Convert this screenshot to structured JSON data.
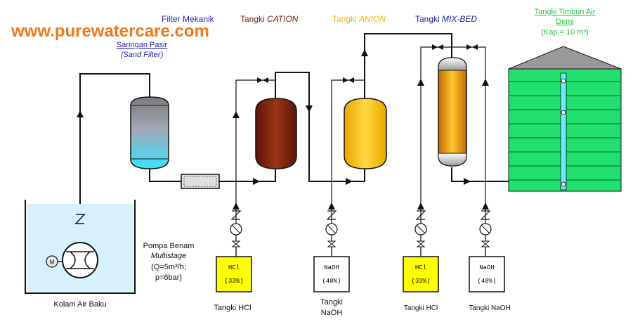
{
  "watermark": "www.purewatercare.com",
  "colors": {
    "watermark": "#f07818",
    "title_blue": "#2424b4",
    "title_cation": "#7a1a12",
    "title_anion": "#f2b400",
    "title_tank": "#22c83c",
    "pipe": "#111111",
    "sand_top": "#8a8a8a",
    "sand_bottom": "#40e0ff",
    "cation_fill": "#8b2a10",
    "anion_fill": "#f7c520",
    "mixbed_fill": "#e09a10",
    "tank_fill": "#22e070",
    "tank_roof": "#9a9a9a",
    "pool_fill": "#d6f1fb",
    "chem_yellow": "#ffff00",
    "chem_white": "#ffffff"
  },
  "titles": {
    "filter_mekanik": "Filter Mekanik",
    "tangki_prefix": "Tangki",
    "cation_name": "CATION",
    "anion_name": "ANION",
    "mixbed_name": "MIX-BED",
    "storage_line1": "Tangki Timbun Air",
    "storage_line2": "Demi",
    "storage_line3": "(Kap.= 10 m³)",
    "sand_line1": "Saringan Pasir",
    "sand_line2": "(Sand Filter)"
  },
  "pump": {
    "line1": "Pompa Benam",
    "line2": "Multistage",
    "line3": "(Q=5m³/h;",
    "line4": "p=6bar)",
    "motor": "M"
  },
  "pool_label": "Kolam Air Baku",
  "chem_tanks": [
    {
      "chem": "HCl",
      "conc": "(33%)",
      "label_line1": "Tangki HCl",
      "label_line2": ""
    },
    {
      "chem": "NaOH",
      "conc": "(40%)",
      "label_line1": "Tangki",
      "label_line2": "NaOH"
    },
    {
      "chem": "HCl",
      "conc": "(33%)",
      "label_line1": "Tangki HCl",
      "label_line2": ""
    },
    {
      "chem": "NaOH",
      "conc": "(40%)",
      "label_line1": "Tangki NaOH",
      "label_line2": ""
    }
  ]
}
